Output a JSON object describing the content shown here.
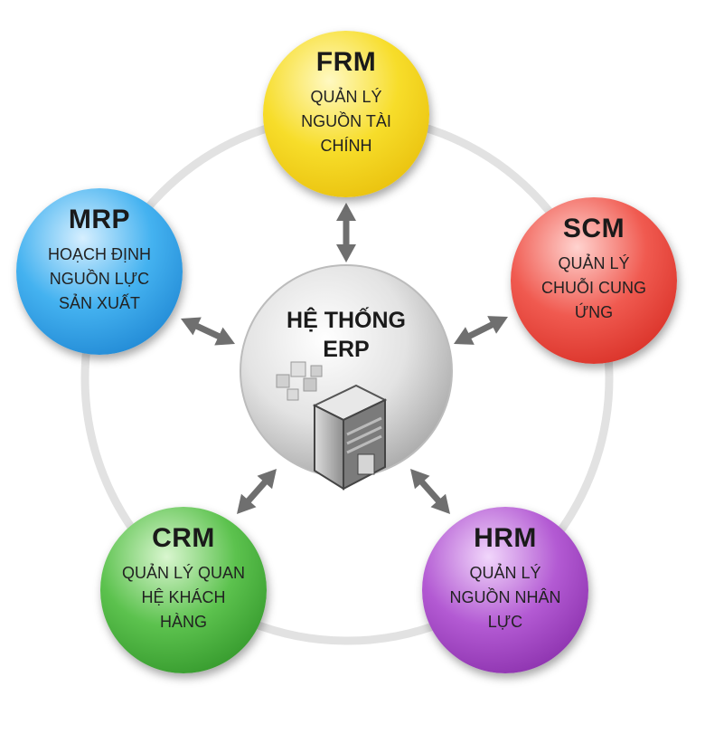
{
  "center": {
    "title_line1": "HỆ THỐNG",
    "title_line2": "ERP",
    "icon": "server-icon"
  },
  "modules": [
    {
      "id": "frm",
      "abbr": "FRM",
      "lines": [
        "QUẢN LÝ",
        "NGUỒN TÀI",
        "CHÍNH"
      ],
      "color": "#f5d316"
    },
    {
      "id": "scm",
      "abbr": "SCM",
      "lines": [
        "QUẢN LÝ",
        "CHUỖI CUNG",
        "ỨNG"
      ],
      "color": "#ef3b35"
    },
    {
      "id": "hrm",
      "abbr": "HRM",
      "lines": [
        "QUẢN LÝ",
        "NGUỒN NHÂN",
        "LỰC"
      ],
      "color": "#9a3fb8"
    },
    {
      "id": "crm",
      "abbr": "CRM",
      "lines": [
        "QUẢN LÝ QUAN",
        "HỆ KHÁCH",
        "HÀNG"
      ],
      "color": "#3fae3d"
    },
    {
      "id": "mrp",
      "abbr": "MRP",
      "lines": [
        "HOẠCH ĐỊNH",
        "NGUỒN LỰC",
        "SẢN XUẤT"
      ],
      "color": "#2a9fe6"
    }
  ],
  "connector_icon": "double-arrow-icon"
}
